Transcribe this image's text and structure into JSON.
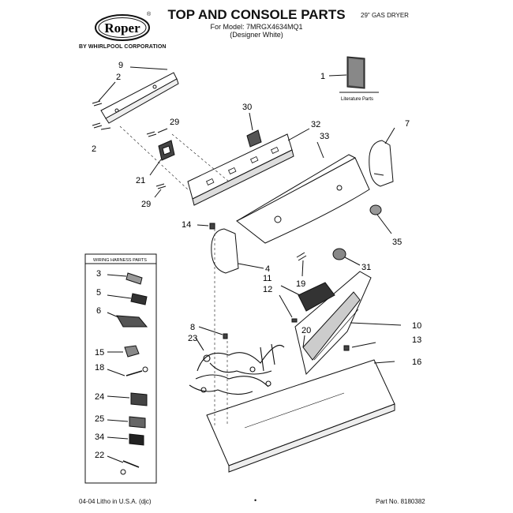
{
  "header": {
    "brand": "Roper",
    "trademark": "®",
    "corporation": "BY WHIRLPOOL CORPORATION",
    "title": "TOP AND CONSOLE PARTS",
    "model_line1": "For Model: 7MRGX4634MQ1",
    "model_line2": "(Designer White)",
    "dryer_type": "29\" GAS DRYER"
  },
  "diagram": {
    "literature_label": "Literature Parts",
    "kit_title": "WIRING HARNESS PARTS",
    "callouts": [
      "1",
      "2",
      "2",
      "9",
      "29",
      "29",
      "30",
      "32",
      "33",
      "7",
      "21",
      "14",
      "35",
      "4",
      "31",
      "11",
      "12",
      "19",
      "8",
      "23",
      "20",
      "10",
      "13",
      "16",
      "3",
      "5",
      "6",
      "15",
      "18",
      "24",
      "25",
      "34",
      "22"
    ]
  },
  "footer": {
    "left": "04-04 Litho in U.S.A. (djc)",
    "center_mark": "•",
    "right": "Part No. 8180382"
  }
}
